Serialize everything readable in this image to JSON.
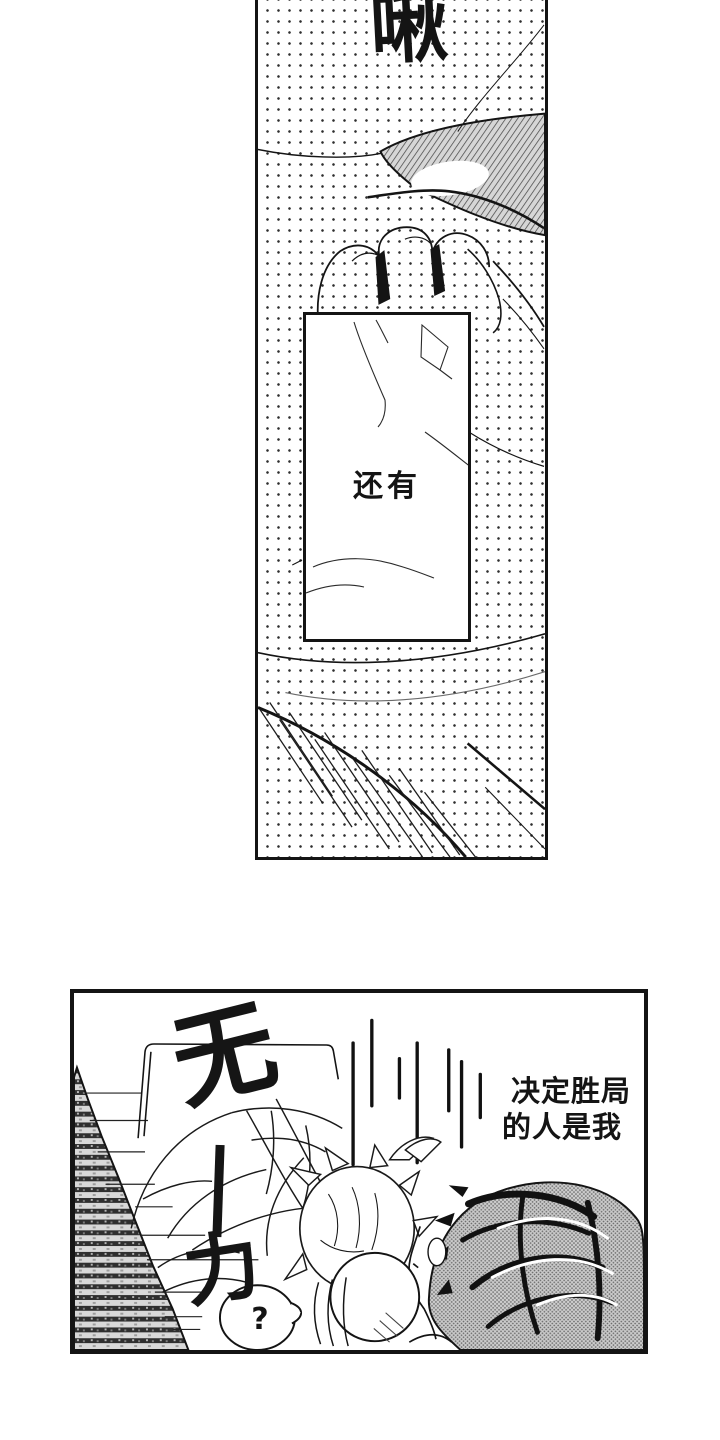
{
  "page": {
    "paper": "#ffffff",
    "ink": "#141414"
  },
  "panels": {
    "top": {
      "sfx": "啾",
      "caption": "还有"
    },
    "bottom": {
      "sfx_start": "无",
      "sfx_end": "力",
      "dialogue_line1": "决定胜局",
      "dialogue_line2": "的人是我",
      "bubble_text": "?"
    }
  }
}
